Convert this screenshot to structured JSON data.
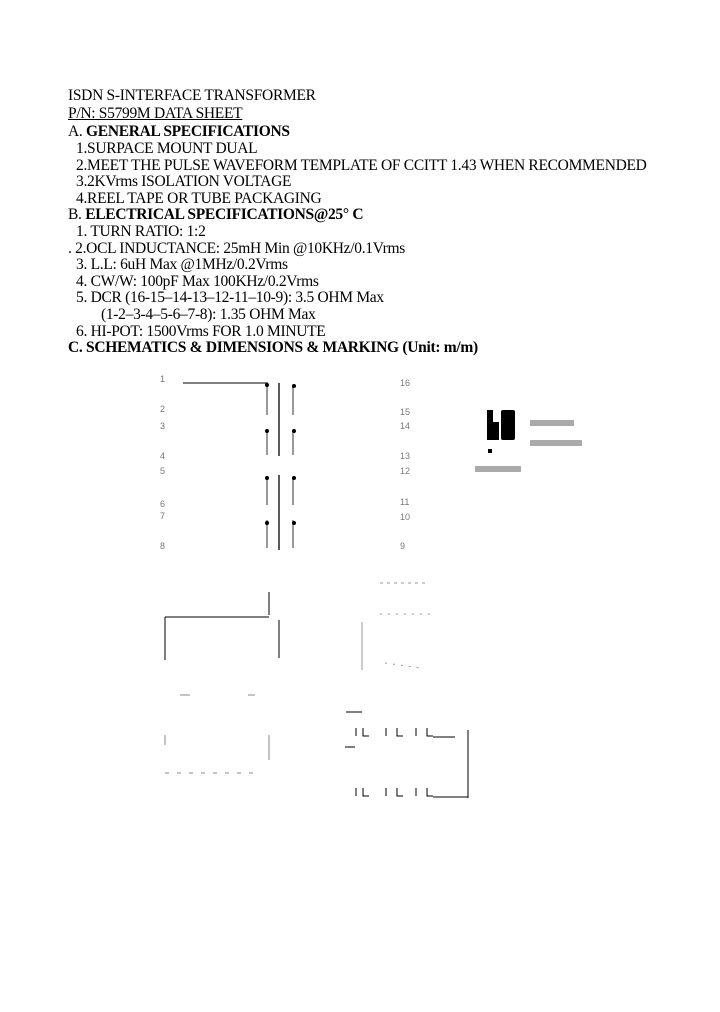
{
  "title": "ISDN S-INTERFACE TRANSFORMER",
  "part_number": "P/N: S5799M DATA SHEET",
  "section_a": {
    "prefix": "A. ",
    "heading": "GENERAL SPECIFICATIONS",
    "items": [
      "1.SURPACE MOUNT DUAL",
      "2.MEET THE PULSE WAVEFORM TEMPLATE OF CCITT 1.43 WHEN RECOMMENDED",
      "3.2KVrms ISOLATION VOLTAGE",
      "4.REEL TAPE OR TUBE PACKAGING"
    ]
  },
  "section_b": {
    "prefix": "B. ",
    "heading": "ELECTRICAL SPECIFICATIONS@25° C",
    "items": [
      "1. TURN RATIO: 1:2",
      ".  2.OCL INDUCTANCE: 25mH Min @10KHz/0.1Vrms",
      "3. L.L: 6uH Max @1MHz/0.2Vrms",
      "4. CW/W: 100pF Max 100KHz/0.2Vrms",
      "5. DCR (16-15–14-13–12-11–10-9): 3.5 OHM Max",
      "(1-2–3-4–5-6–7-8): 1.35 OHM Max",
      "6. HI-POT: 1500Vrms FOR 1.0 MINUTE"
    ]
  },
  "section_c": {
    "heading": "C. SCHEMATICS & DIMENSIONS & MARKING",
    "unit": " (Unit: m/m)"
  },
  "schematic": {
    "left_pins": [
      "1",
      "2",
      "3",
      "4",
      "5",
      "6",
      "7",
      "8"
    ],
    "right_pins": [
      "16",
      "15",
      "14",
      "13",
      "12",
      "11",
      "10",
      "9"
    ]
  }
}
